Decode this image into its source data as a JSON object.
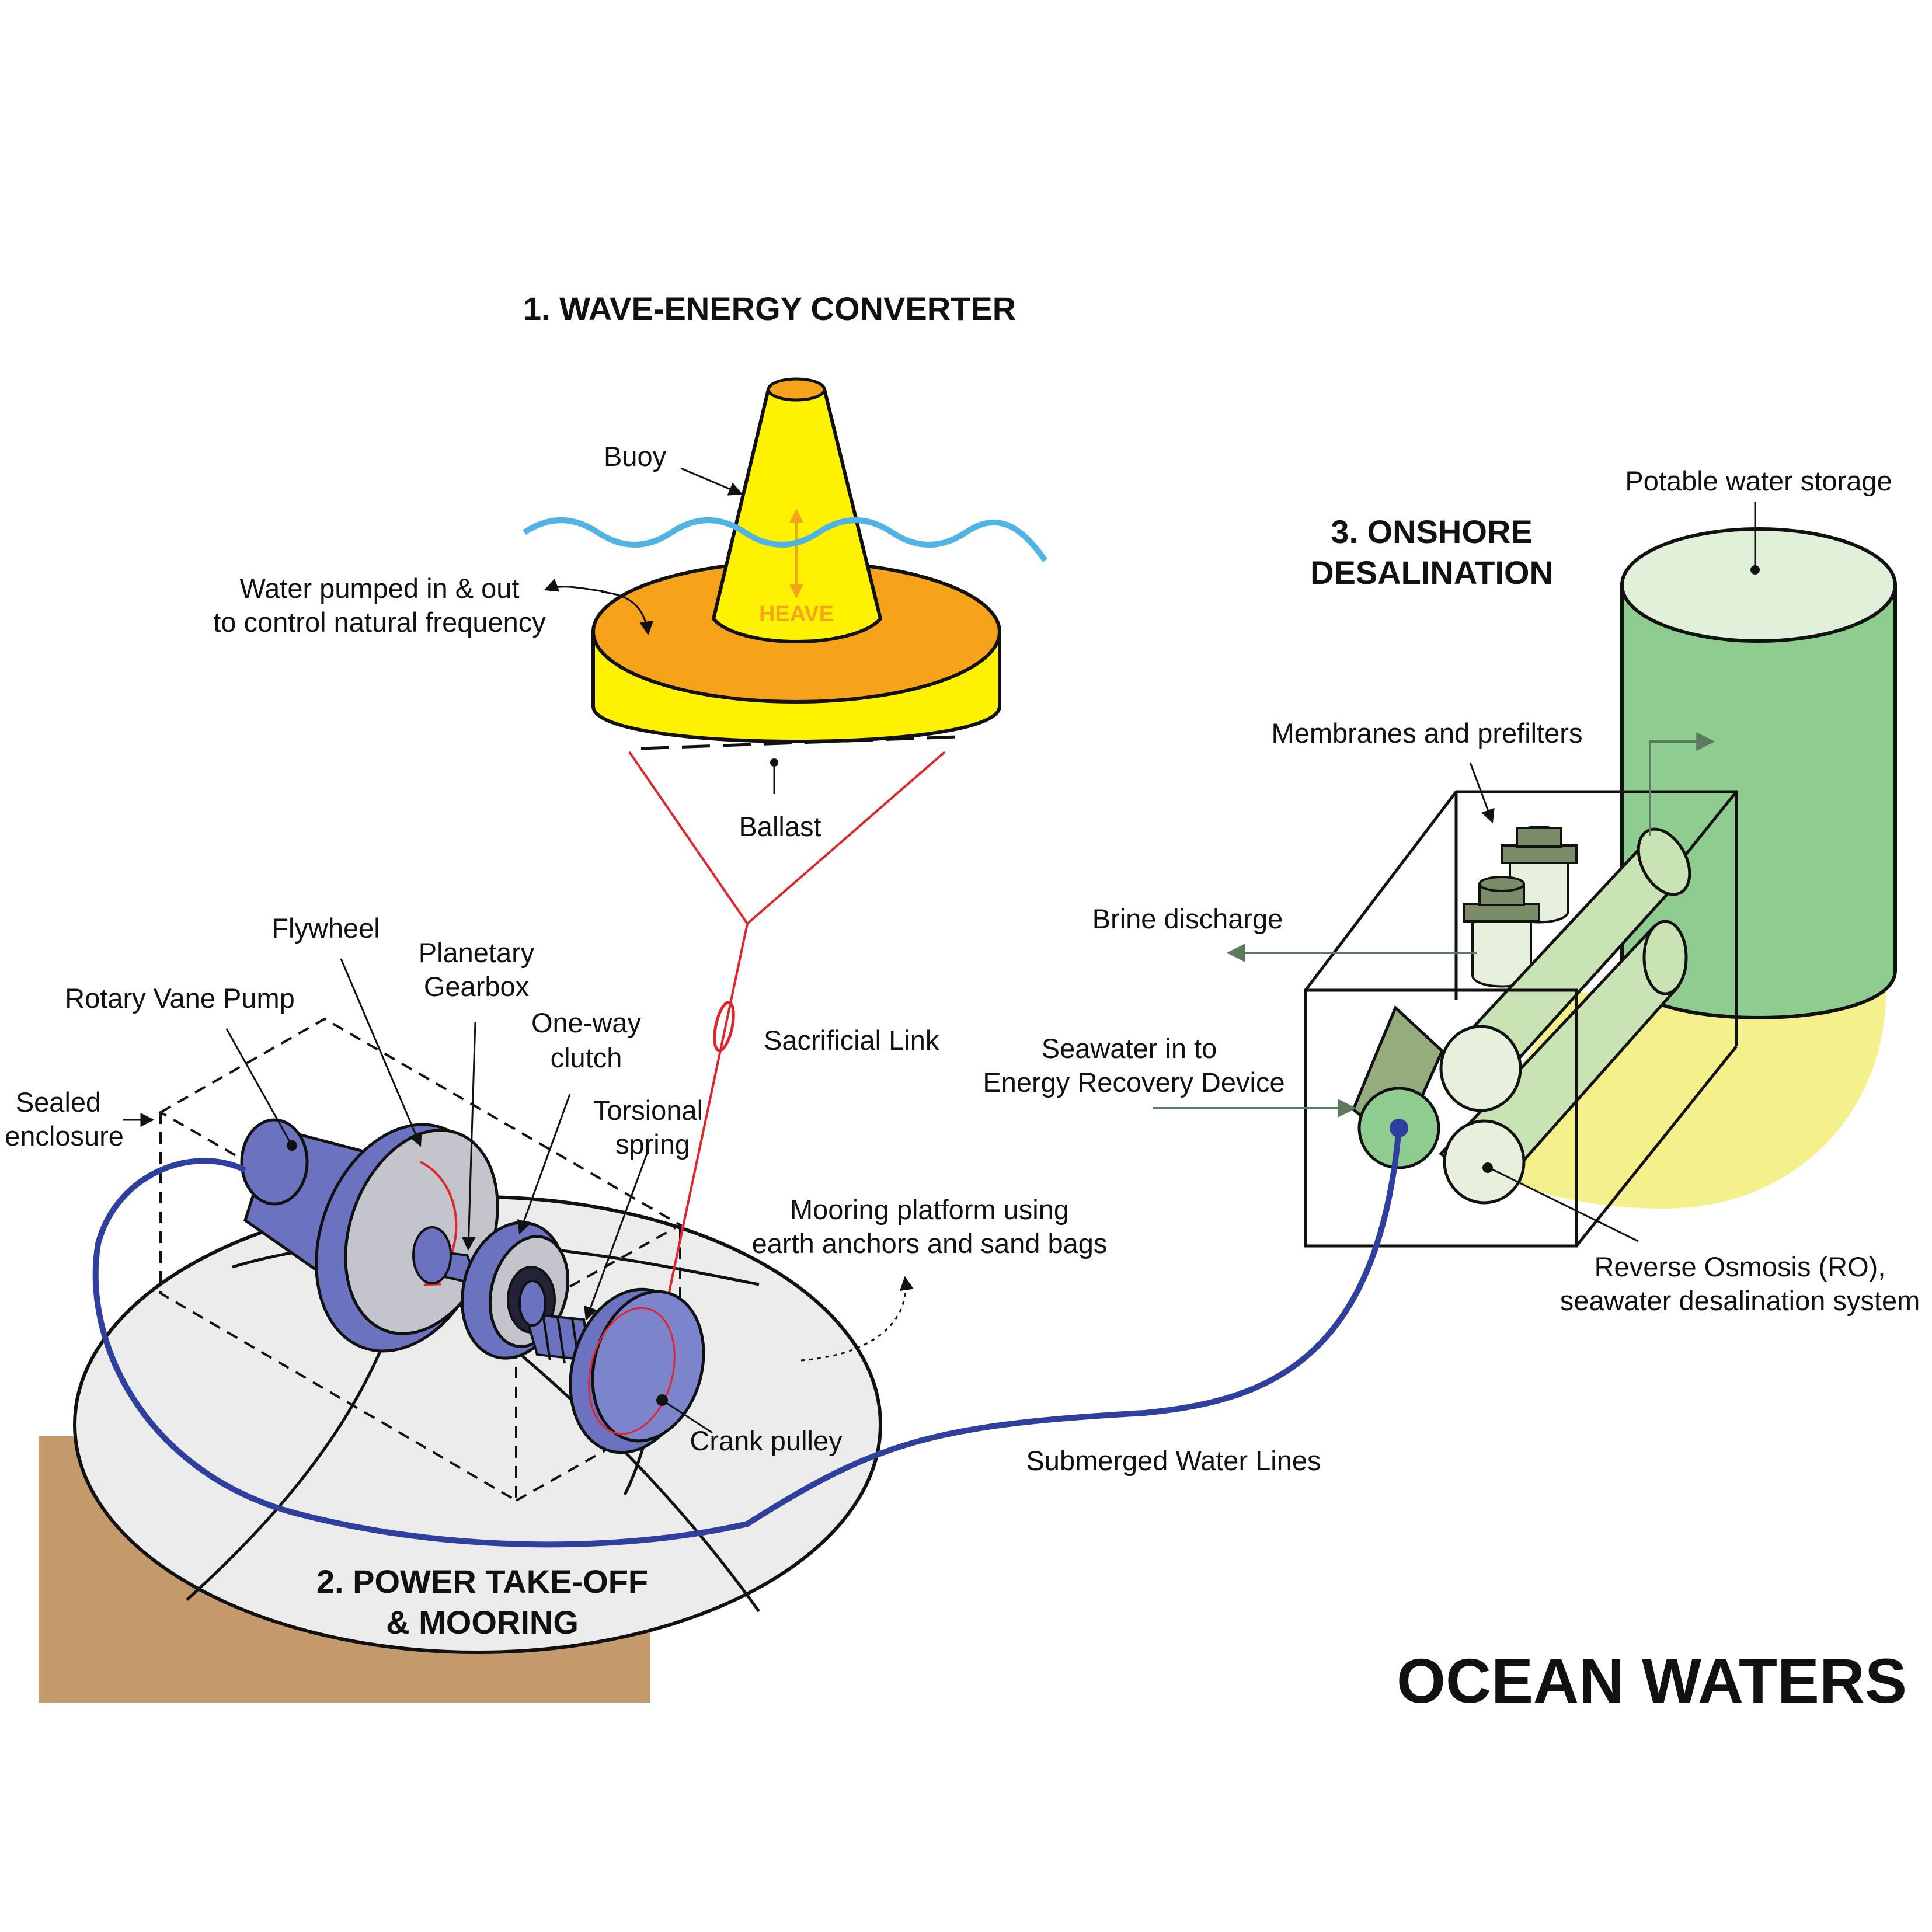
{
  "headings": {
    "wave_energy": "1. WAVE-ENERGY CONVERTER",
    "power_takeoff_line1": "2. POWER TAKE-OFF",
    "power_takeoff_line2": "& MOORING",
    "onshore_line1": "3. ONSHORE",
    "onshore_line2": "DESALINATION",
    "ocean_waters": "OCEAN WATERS"
  },
  "labels": {
    "buoy": "Buoy",
    "heave": "HEAVE",
    "water_pumped_line1": "Water pumped in & out",
    "water_pumped_line2": "to control natural frequency",
    "ballast": "Ballast",
    "sacrificial_link": "Sacrificial Link",
    "flywheel": "Flywheel",
    "planetary_line1": "Planetary",
    "planetary_line2": "Gearbox",
    "one_way_line1": "One-way",
    "one_way_line2": "clutch",
    "rotary_vane_pump": "Rotary Vane Pump",
    "sealed_line1": "Sealed",
    "sealed_line2": "enclosure",
    "torsional_line1": "Torsional",
    "torsional_line2": "spring",
    "mooring_line1": "Mooring platform using",
    "mooring_line2": "earth anchors and sand bags",
    "crank_pulley": "Crank pulley",
    "submerged_lines": "Submerged Water Lines",
    "potable_storage": "Potable water storage",
    "membranes": "Membranes and prefilters",
    "brine": "Brine discharge",
    "seawater_line1": "Seawater in to",
    "seawater_line2": "Energy Recovery Device",
    "ro_line1": "Reverse Osmosis (RO),",
    "ro_line2": "seawater desalination system"
  },
  "colors": {
    "buoy_yellow": "#fff200",
    "buoy_orange": "#f7a21b",
    "wave_blue": "#4fb3e3",
    "mooring_red": "#e0262d",
    "pump_blue": "#6b72c0",
    "pipe_blue": "#2e3f9e",
    "platform_gray": "#ececec",
    "seabed_brown": "#c49a6c",
    "tank_green": "#8fcc8f",
    "tank_top": "#e1f0d9",
    "cylinder_green": "#c9e3b4",
    "dark_green": "#95ad7e",
    "light_yellow": "#f4f08c"
  }
}
